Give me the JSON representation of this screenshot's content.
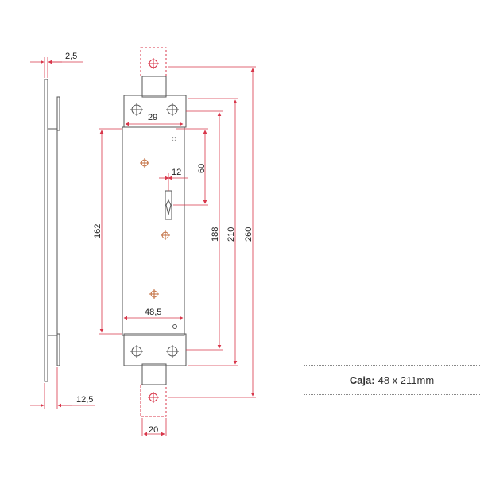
{
  "dimensions": {
    "d_2_5": "2,5",
    "d_29": "29",
    "d_12": "12",
    "d_60": "60",
    "d_162": "162",
    "d_188": "188",
    "d_210": "210",
    "d_260": "260",
    "d_48_5": "48,5",
    "d_12_5": "12,5",
    "d_20": "20"
  },
  "caption": {
    "label": "Caja:",
    "value": "48 x 211mm"
  },
  "colors": {
    "dimension": "#d8364a",
    "outline": "#555555",
    "hole": "#c06a3a"
  }
}
